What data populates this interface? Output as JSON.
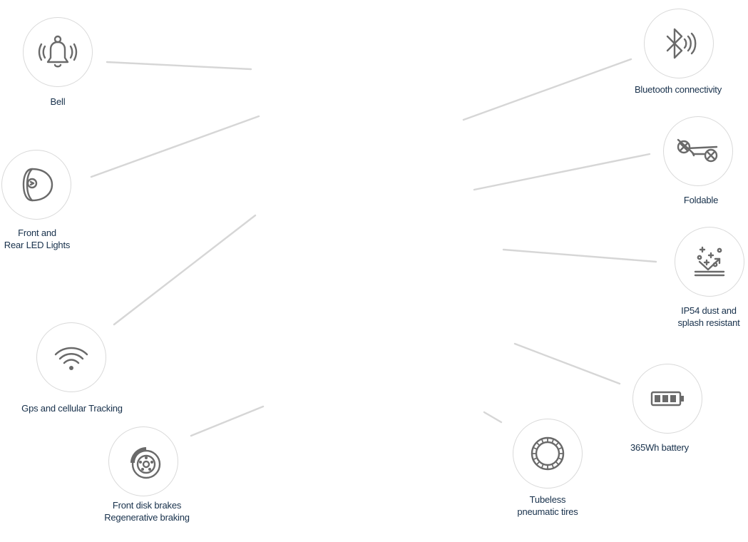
{
  "features": {
    "bell": {
      "label": "Bell",
      "icon": "bell-icon"
    },
    "led": {
      "line1": "Front and",
      "line2": "Rear LED Lights",
      "icon": "headlight-icon"
    },
    "gps": {
      "label": "Gps and cellular Tracking",
      "icon": "wifi-signal-icon"
    },
    "brakes": {
      "line1": "Front disk brakes",
      "line2": "Regenerative braking",
      "icon": "disk-brake-icon"
    },
    "bluetooth": {
      "label": "Bluetooth connectivity",
      "icon": "bluetooth-icon"
    },
    "foldable": {
      "label": "Foldable",
      "icon": "scooter-icon"
    },
    "ip54": {
      "line1": "IP54 dust and",
      "line2": "splash resistant",
      "icon": "splash-resistant-icon"
    },
    "battery": {
      "label": "365Wh battery",
      "icon": "battery-icon"
    },
    "tires": {
      "line1": "Tubeless",
      "line2": "pneumatic tires",
      "icon": "tire-icon"
    }
  },
  "colors": {
    "label_text": "#17304b",
    "icon_stroke": "#6a6a6a",
    "connector_line": "#d6d6d6",
    "circle_border": "#d9d9d9"
  }
}
